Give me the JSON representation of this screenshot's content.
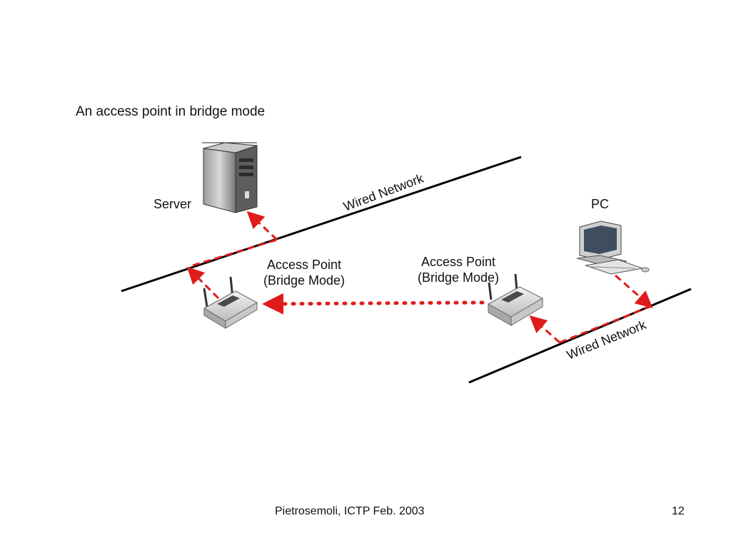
{
  "diagram": {
    "title": "An access point in bridge mode",
    "server_label": "Server",
    "pc_label": "PC",
    "ap_left": {
      "line1": "Access Point",
      "line2": "(Bridge Mode)"
    },
    "ap_right": {
      "line1": "Access Point",
      "line2": "(Bridge Mode)"
    },
    "wired_network_top": "Wired Network",
    "wired_network_bottom": "Wired Network",
    "link_color": "#e01b1b",
    "line_color": "#000000"
  },
  "footer": {
    "text": "Pietrosemoli, ICTP Feb. 2003",
    "page_number": "12"
  }
}
